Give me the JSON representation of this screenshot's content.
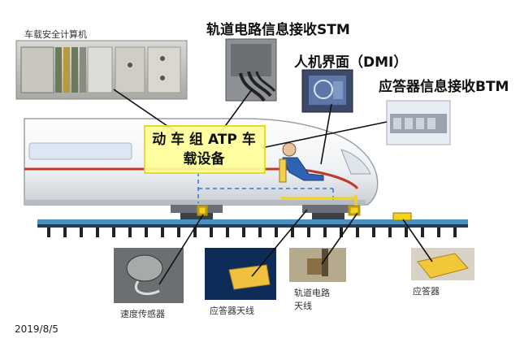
{
  "labels": {
    "onboard_computer": "车载安全计算机",
    "stm": "轨道电路信息接收STM",
    "dmi": "人机界面（DMI）",
    "btm": "应答器信息接收BTM",
    "atp_line1": "动 车 组 ATP 车",
    "atp_line2": "载设备",
    "speed_sensor": "速度传感器",
    "balise_antenna": "应答器天线",
    "track_antenna_line1": "轨道电路",
    "track_antenna_line2": "天线",
    "balise": "应答器"
  },
  "date": "2019/8/5",
  "colors": {
    "atp_box": "#ffff99",
    "train_stripe": "#c0392b",
    "rail": "#4a90c2",
    "leader_line": "#111111",
    "dashed_link": "#2e7dd1"
  }
}
